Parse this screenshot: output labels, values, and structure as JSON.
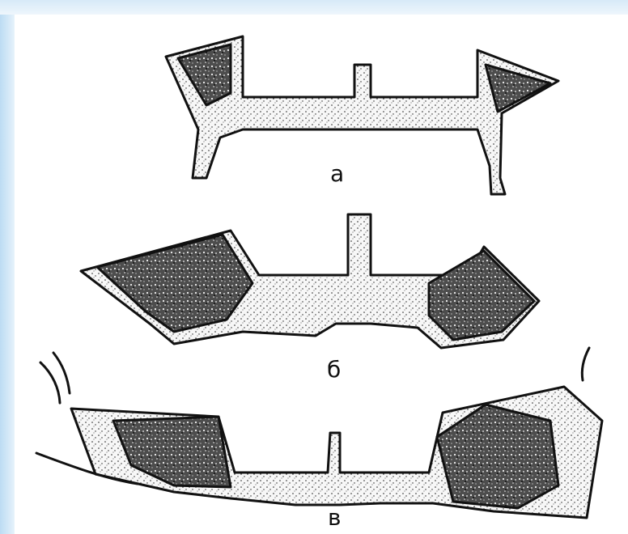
{
  "diagram": {
    "labels": {
      "a": "а",
      "b": "б",
      "c": "в"
    }
  }
}
